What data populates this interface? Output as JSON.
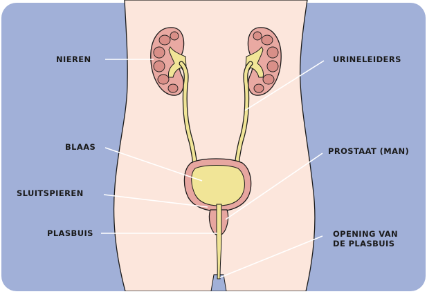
{
  "labels": {
    "nieren": "NIEREN",
    "urineleiders": "URINELEIDERS",
    "blaas": "BLAAS",
    "prostaat": "PROSTAAT (MAN)",
    "sluitspieren": "SLUITSPIEREN",
    "plasbuis": "PLASBUIS",
    "opening_line1": "OPENING VAN",
    "opening_line2": "DE PLASBUIS"
  },
  "colors": {
    "background_panel": "#a1b0d8",
    "body_skin": "#fce6dc",
    "outline": "#1a1a1a",
    "kidney_tissue": "#e9a9a2",
    "kidney_pyramid": "#d98f88",
    "urine_yellow": "#f1e597",
    "bladder_wall": "#e7a6a0",
    "leader_line": "#ffffff"
  }
}
